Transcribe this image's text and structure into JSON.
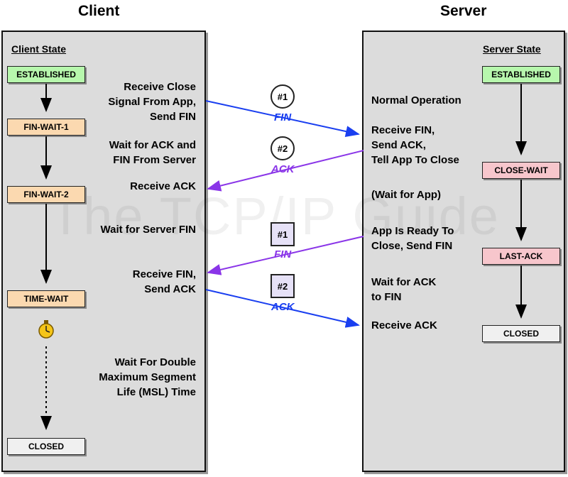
{
  "titles": {
    "client": "Client",
    "server": "Server"
  },
  "client": {
    "state_header": "Client State",
    "states": [
      "ESTABLISHED",
      "FIN-WAIT-1",
      "FIN-WAIT-2",
      "TIME-WAIT",
      "CLOSED"
    ],
    "notes": {
      "receive_close": [
        "Receive Close",
        "Signal From App,",
        "Send FIN"
      ],
      "wait_ack_fin": [
        "Wait for ACK and",
        "FIN From Server"
      ],
      "receive_ack": "Receive ACK",
      "wait_server_fin": "Wait for Server FIN",
      "receive_fin_send_ack": [
        "Receive FIN,",
        "Send ACK"
      ],
      "wait_double_msl": [
        "Wait For Double",
        "Maximum Segment",
        "Life (MSL) Time"
      ]
    }
  },
  "server": {
    "state_header": "Server State",
    "states": [
      "ESTABLISHED",
      "CLOSE-WAIT",
      "LAST-ACK",
      "CLOSED"
    ],
    "notes": {
      "normal_operation": "Normal Operation",
      "receive_fin": [
        "Receive FIN,",
        "Send ACK,",
        "Tell App To Close"
      ],
      "wait_for_app": "(Wait for App)",
      "app_ready": [
        "App Is Ready To",
        "Close, Send FIN"
      ],
      "wait_ack_to_fin": [
        "Wait for ACK",
        "to FIN"
      ],
      "receive_ack": "Receive ACK"
    }
  },
  "messages": [
    {
      "num": "#1",
      "label": "FIN"
    },
    {
      "num": "#2",
      "label": "ACK"
    },
    {
      "num": "#1",
      "label": "FIN"
    },
    {
      "num": "#2",
      "label": "ACK"
    }
  ],
  "watermark": "The TCP/IP Guide",
  "colors": {
    "blue_arrow": "#1a3ff0",
    "purple_arrow": "#8a35e8",
    "established": "#b7f7ad",
    "client_wait": "#fbd9b0",
    "server_wait": "#f7c6cc"
  }
}
